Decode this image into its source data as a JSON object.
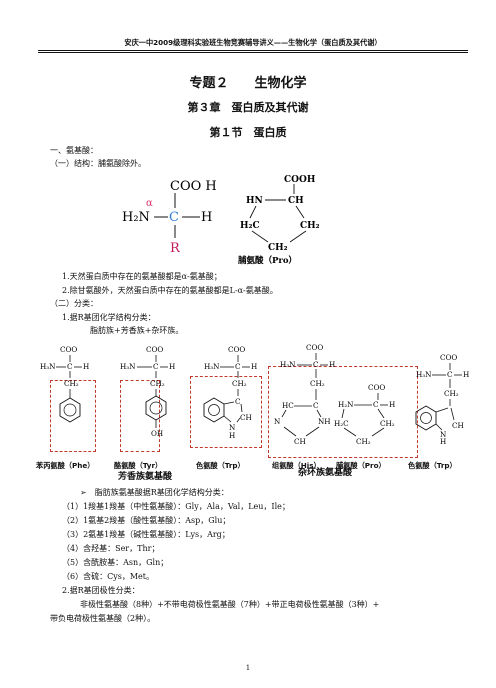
{
  "header": {
    "text": "安庆一中2009级理科实验班生物竞赛辅导讲义——生物化学（蛋白质及其代谢）"
  },
  "titles": {
    "topic": "专题２　　生物化学",
    "chapter": "第３章　蛋白质及其代谢",
    "section": "第１节　蛋白质"
  },
  "body": {
    "l1": "一、氨基酸：",
    "l2": "（一）结构：脯氨酸除外。",
    "l3": "1.天然蛋白质中存在的氨基酸都是α-氨基酸；",
    "l4": "2.除甘氨酸外，天然蛋白质中存在的氨基酸都是L-α-氨基酸。",
    "l5": "（二）分类：",
    "l6": "1.据R基团化学结构分类：",
    "l7": "脂肪族+芳香族+杂环族。",
    "l8": "➢　脂肪族氨基酸据R基团化学结构分类：",
    "l9": "（1）1羧基1羧基（中性氨基酸）：Gly，Ala，Val，Leu，Ile；",
    "l10": "（2）1氨基2羧基（酸性氨基酸）：Asp，Glu；",
    "l11": "（3）2氨基1羧基（碱性氨基酸）：Lys，Arg；",
    "l12": "（4）含羟基：Ser，Thr；",
    "l13": "（5）含酰胺基：Asn，Gln；",
    "l14": "（6）含硫：Cys，Met。",
    "l15": "2.据R基团极性分类：",
    "l16": "非极性氨基酸（8种）+不带电荷极性氨基酸（7种）+带正电荷极性氨基酸（3种）+",
    "l17": "带负电荷极性氨基酸（2种）。"
  },
  "structure_general": {
    "cooh": "COO H",
    "h2n": "H₂N",
    "c": "C",
    "h": "H",
    "alpha": "α",
    "r": "R"
  },
  "structure_pro": {
    "cooh": "COOH",
    "hn": "HN",
    "ch": "CH",
    "h2c": "H₂C",
    "ch2a": "CH₂",
    "ch2b": "CH₂",
    "name": "脯氨酸（Pro）"
  },
  "aa_labels": {
    "coo": "COO",
    "h3n": "H₃N",
    "c": "C",
    "h": "H",
    "ch2": "CH₂",
    "oh": "OH",
    "nh": "N",
    "hh": "H",
    "hc": "HC",
    "cc": "C",
    "nh2": "NH",
    "ch": "CH",
    "h2n": "H₂N",
    "h2c": "H₂C"
  },
  "aa_names": {
    "phe": "苯丙氨酸（Phe）",
    "tyr": "酪氨酸（Tyr）",
    "trp": "色氨酸（Trp）",
    "his": "组氨酸（His）",
    "pro": "脯氨酸（Pro）",
    "trp2": "色氨酸（Trp）"
  },
  "group_labels": {
    "aromatic": "芳香族氨基酸",
    "heterocyclic": "杂环族氨基酸"
  },
  "colors": {
    "alpha": "#d6336c",
    "carbon": "#2f7fd6",
    "r": "#c2185b",
    "box": "#c0392b"
  },
  "page_number": "1"
}
